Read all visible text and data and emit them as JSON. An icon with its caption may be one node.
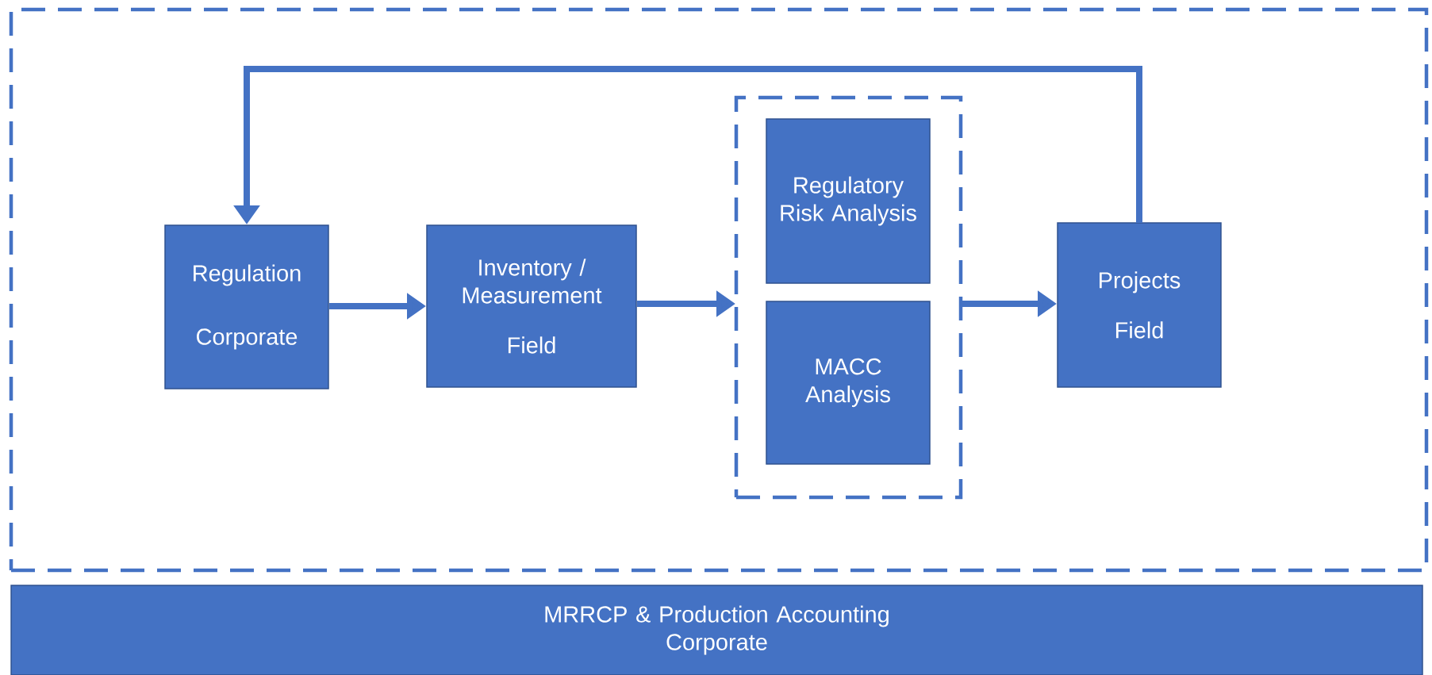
{
  "diagram": {
    "nodes": [
      {
        "text": [],
        "shape": "box"
      },
      {
        "text": [
          "Regulation",
          "Corporate"
        ],
        "in": 0
      },
      {
        "text": [
          "Inventory / Measurement",
          "Field"
        ],
        "in": 0
      },
      {
        "text": [],
        "shape": "box",
        "in": 0
      },
      {
        "text": [
          "Regulatory Risk Analysis"
        ],
        "in": 3
      },
      {
        "text": [
          "MACC Analysis"
        ],
        "in": 3
      },
      {
        "text": [
          "Projects",
          "Field"
        ],
        "in": 0
      },
      {
        "text": [
          "MRRCP & Production Accounting",
          "Corporate"
        ]
      }
    ],
    "edges": [
      {
        "from": 1,
        "to": 2,
        "arrow": "to"
      },
      {
        "from": 2,
        "to": 3,
        "arrow": "to"
      },
      {
        "from": 3,
        "to": 6,
        "arrow": "to"
      },
      {
        "from": 6,
        "to": 1,
        "arrow": "to"
      }
    ]
  }
}
